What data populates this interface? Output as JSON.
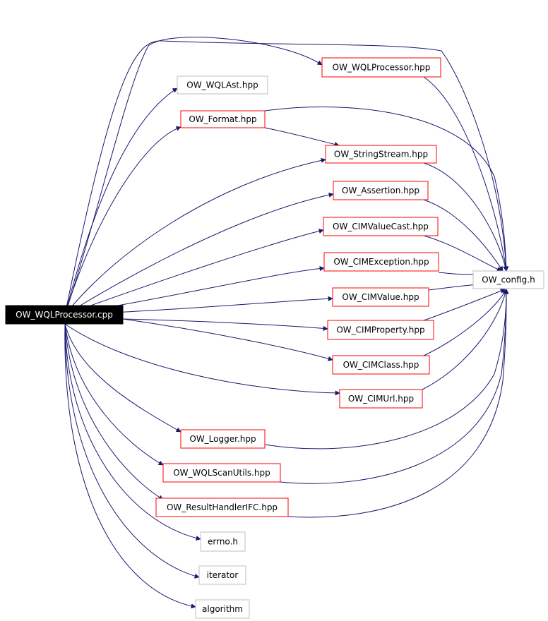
{
  "diagram": {
    "root": "OW_WQLProcessor.cpp",
    "colors": {
      "edge": "#191970",
      "linked_border": "#ff0000",
      "external_border": "#bfbfbf",
      "root_fill": "#000000",
      "root_text": "#ffffff",
      "background": "#ffffff"
    },
    "nodes": [
      {
        "id": "n0",
        "label": "OW_WQLProcessor.cpp",
        "kind": "root"
      },
      {
        "id": "n1",
        "label": "OW_WQLProcessor.hpp",
        "kind": "linked"
      },
      {
        "id": "n2",
        "label": "OW_WQLAst.hpp",
        "kind": "external"
      },
      {
        "id": "n3",
        "label": "OW_Format.hpp",
        "kind": "linked"
      },
      {
        "id": "n4",
        "label": "OW_StringStream.hpp",
        "kind": "linked"
      },
      {
        "id": "n5",
        "label": "OW_Assertion.hpp",
        "kind": "linked"
      },
      {
        "id": "n6",
        "label": "OW_CIMValueCast.hpp",
        "kind": "linked"
      },
      {
        "id": "n7",
        "label": "OW_CIMException.hpp",
        "kind": "linked"
      },
      {
        "id": "n8",
        "label": "OW_CIMValue.hpp",
        "kind": "linked"
      },
      {
        "id": "n9",
        "label": "OW_CIMProperty.hpp",
        "kind": "linked"
      },
      {
        "id": "n10",
        "label": "OW_CIMClass.hpp",
        "kind": "linked"
      },
      {
        "id": "n11",
        "label": "OW_CIMUrl.hpp",
        "kind": "linked"
      },
      {
        "id": "n12",
        "label": "OW_Logger.hpp",
        "kind": "linked"
      },
      {
        "id": "n13",
        "label": "OW_WQLScanUtils.hpp",
        "kind": "linked"
      },
      {
        "id": "n14",
        "label": "OW_ResultHandlerIFC.hpp",
        "kind": "linked"
      },
      {
        "id": "n15",
        "label": "errno.h",
        "kind": "external"
      },
      {
        "id": "n16",
        "label": "iterator",
        "kind": "external"
      },
      {
        "id": "n17",
        "label": "algorithm",
        "kind": "external"
      },
      {
        "id": "n18",
        "label": "OW_config.h",
        "kind": "external"
      }
    ],
    "edges": [
      {
        "from": "n0",
        "to": "n1"
      },
      {
        "from": "n0",
        "to": "n2"
      },
      {
        "from": "n0",
        "to": "n3"
      },
      {
        "from": "n0",
        "to": "n4"
      },
      {
        "from": "n0",
        "to": "n5"
      },
      {
        "from": "n0",
        "to": "n6"
      },
      {
        "from": "n0",
        "to": "n7"
      },
      {
        "from": "n0",
        "to": "n8"
      },
      {
        "from": "n0",
        "to": "n9"
      },
      {
        "from": "n0",
        "to": "n10"
      },
      {
        "from": "n0",
        "to": "n11"
      },
      {
        "from": "n0",
        "to": "n12"
      },
      {
        "from": "n0",
        "to": "n13"
      },
      {
        "from": "n0",
        "to": "n14"
      },
      {
        "from": "n0",
        "to": "n15"
      },
      {
        "from": "n0",
        "to": "n16"
      },
      {
        "from": "n0",
        "to": "n17"
      },
      {
        "from": "n0",
        "to": "n18"
      },
      {
        "from": "n1",
        "to": "n18"
      },
      {
        "from": "n3",
        "to": "n18"
      },
      {
        "from": "n3",
        "to": "n4"
      },
      {
        "from": "n4",
        "to": "n18"
      },
      {
        "from": "n5",
        "to": "n18"
      },
      {
        "from": "n6",
        "to": "n18"
      },
      {
        "from": "n7",
        "to": "n18"
      },
      {
        "from": "n8",
        "to": "n18"
      },
      {
        "from": "n9",
        "to": "n18"
      },
      {
        "from": "n10",
        "to": "n18"
      },
      {
        "from": "n11",
        "to": "n18"
      },
      {
        "from": "n12",
        "to": "n18"
      },
      {
        "from": "n13",
        "to": "n18"
      },
      {
        "from": "n14",
        "to": "n18"
      }
    ]
  }
}
